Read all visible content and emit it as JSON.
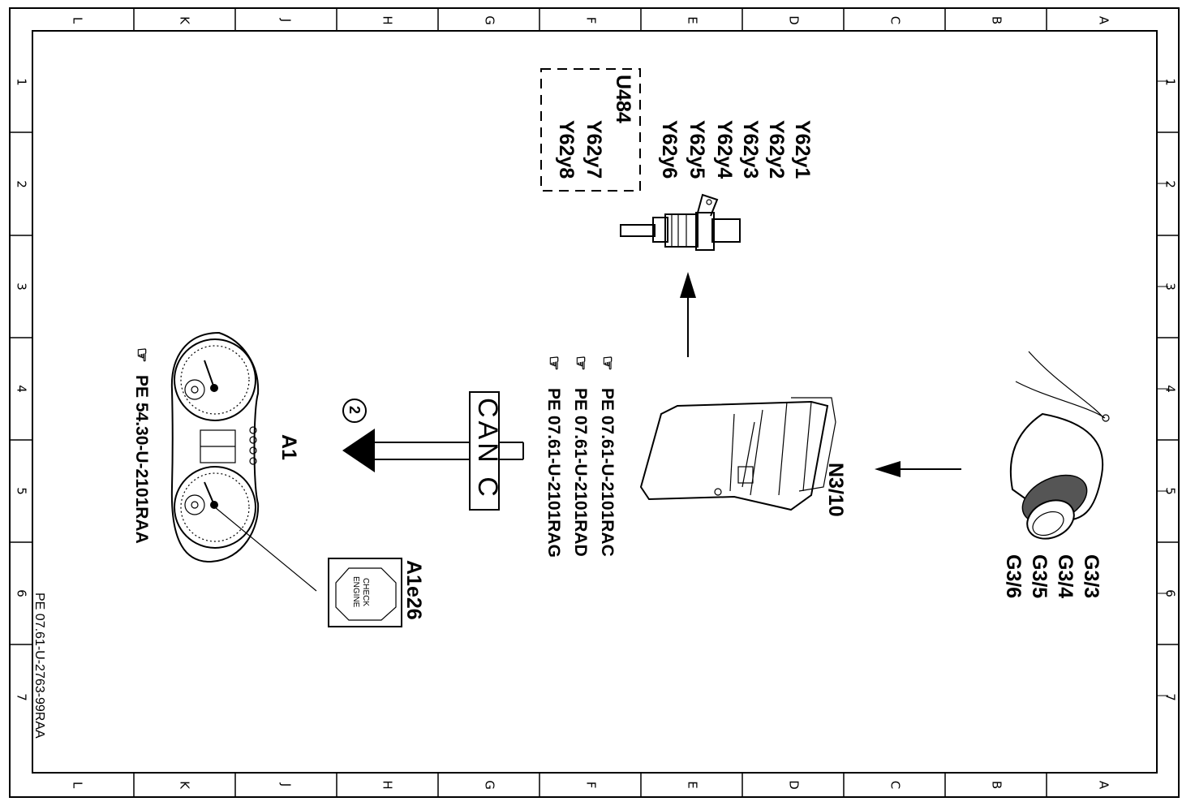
{
  "frame": {
    "column_letters": [
      "L",
      "K",
      "J",
      "H",
      "G",
      "F",
      "E",
      "D",
      "C",
      "B",
      "A"
    ],
    "row_numbers": [
      "1",
      "2",
      "3",
      "4",
      "5",
      "6",
      "7"
    ],
    "doc_id": "PE 07.61-U-2763-99RAA"
  },
  "components": {
    "sensors": [
      "G3/3",
      "G3/4",
      "G3/5",
      "G3/6"
    ],
    "control_unit": "N3/10",
    "injectors": [
      "Y62y1",
      "Y62y2",
      "Y62y3",
      "Y62y4",
      "Y62y5",
      "Y62y6"
    ],
    "optional_group": {
      "code": "U484",
      "items": [
        "Y62y7",
        "Y62y8"
      ]
    },
    "cluster": "A1",
    "check_lamp": "A1e26",
    "check_lamp_text": [
      "CHECK",
      "ENGINE"
    ]
  },
  "references": {
    "control_unit_refs": [
      "PE  07.61-U-2101RAC",
      "PE  07.61-U-2101RAD",
      "PE  07.61-U-2101RAG"
    ],
    "cluster_ref": "PE  54.30-U-2101RAA"
  },
  "bus": {
    "label": "CAN C",
    "badge": "2"
  }
}
